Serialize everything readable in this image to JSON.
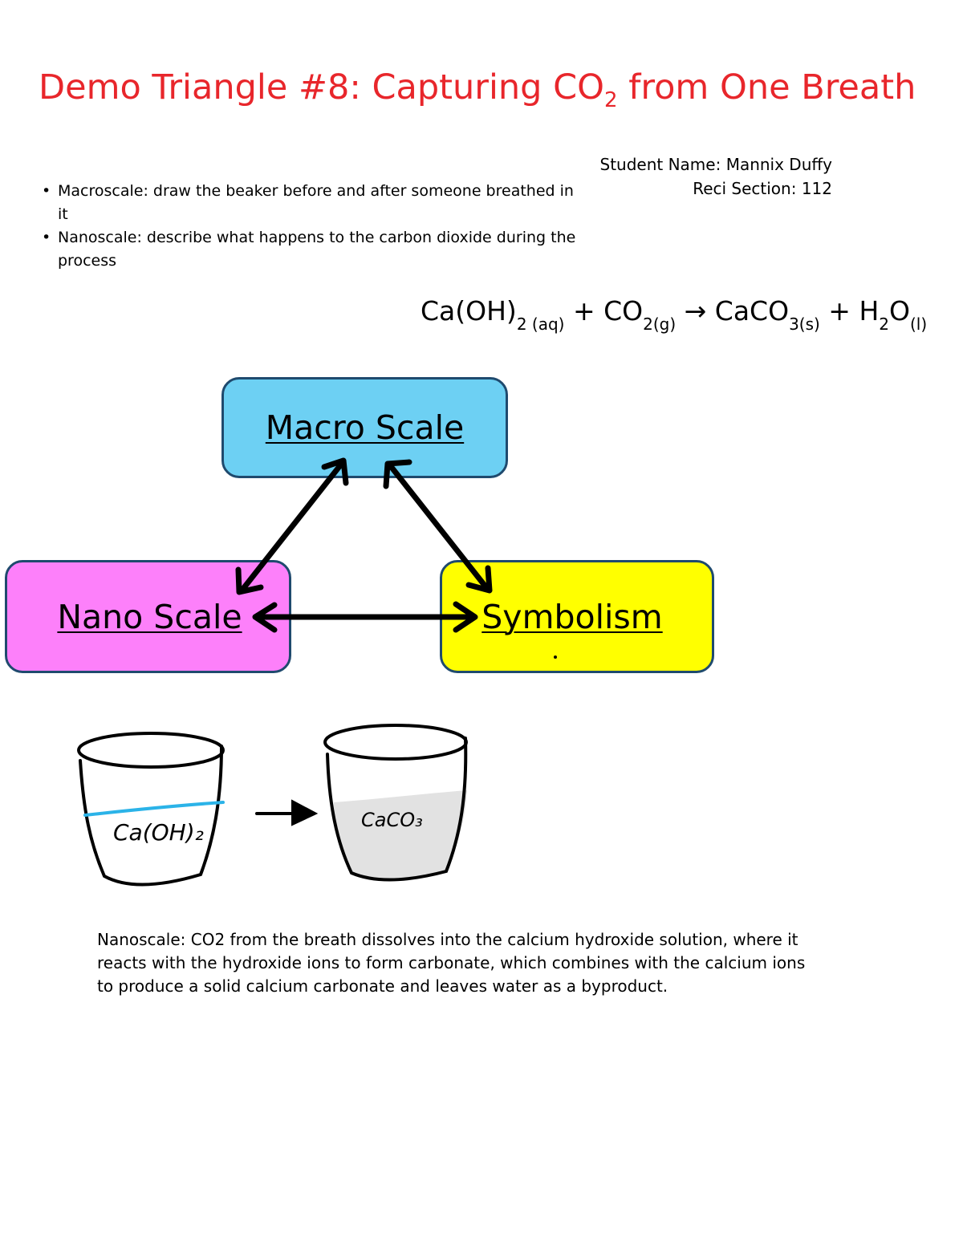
{
  "title": {
    "text": "Demo Triangle #8: Capturing CO",
    "sub": "2",
    "rest": " from One Breath"
  },
  "student": {
    "name": "Student Name: Mannix Duffy",
    "section": "Reci Section: 112"
  },
  "instructions": [
    "Macroscale: draw the beaker before and after someone breathed in it",
    "Nanoscale: describe what happens to the carbon dioxide during the process"
  ],
  "equation": {
    "r1": "Ca(OH)",
    "r1_sub": "2 (aq)",
    "plus1": " + CO",
    "r2_sub": "2(g)",
    "arrow": " → CaCO",
    "p1_sub": "3(s)",
    "plus2": " + H",
    "p2_sub": "2",
    "o": "O",
    "p2_state": "(l)"
  },
  "triangle": {
    "macro": "Macro Scale",
    "nano": "Nano Scale",
    "symbolism": "Symbolism"
  },
  "beakers": {
    "before_label": "Ca(OH)₂",
    "after_label": "CaCO₃"
  },
  "nanoscale_text": "Nanoscale: CO2 from the breath dissolves into the calcium hydroxide solution, where it reacts with the hydroxide ions to form carbonate, which combines with the calcium ions to produce a solid calcium carbonate and leaves water as a byproduct.",
  "colors": {
    "title": "#e8262b",
    "macro_box": "#6dd0f3",
    "nano_box": "#fd80fa",
    "symbolism_box": "#ffff00",
    "box_border": "#1f4a6e",
    "solution_line": "#2bb3e8",
    "precipitate": "#e2e2e2"
  }
}
